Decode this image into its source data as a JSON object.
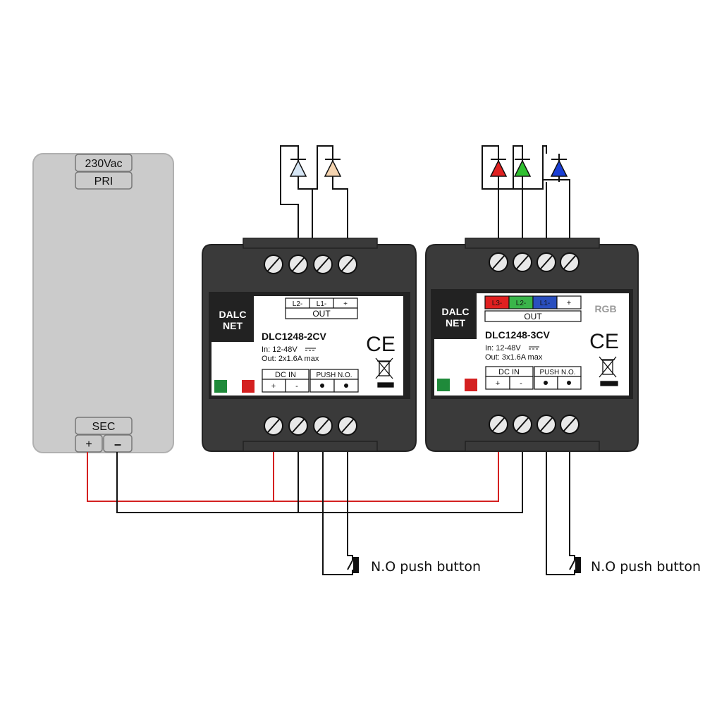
{
  "psu": {
    "input_label": "230Vac",
    "pri_label": "PRI",
    "sec_label": "SEC",
    "plus_label": "+",
    "minus_label": "–"
  },
  "drivers": [
    {
      "logo_line1": "DALC",
      "logo_line2": "NET",
      "model": "DLC1248-2CV",
      "in_spec": "In: 12-48V",
      "out_spec": "Out: 2x1.6A max",
      "out_header": "OUT",
      "out_terminals": [
        "L2-",
        "L1-",
        "+"
      ],
      "dcin_header": "DC IN",
      "dcin_terminals": [
        "+",
        "-"
      ],
      "push_header": "PUSH N.O.",
      "ce_mark": "CE",
      "rgb_label": ""
    },
    {
      "logo_line1": "DALC",
      "logo_line2": "NET",
      "model": "DLC1248-3CV",
      "in_spec": "In: 12-48V",
      "out_spec": "Out: 3x1.6A max",
      "out_header": "OUT",
      "out_terminals": [
        "L3-",
        "L2-",
        "L1-",
        "+"
      ],
      "dcin_header": "DC IN",
      "dcin_terminals": [
        "+",
        "-"
      ],
      "push_header": "PUSH N.O.",
      "ce_mark": "CE",
      "rgb_label": "RGB"
    }
  ],
  "push_buttons": [
    {
      "label": "N.O push button"
    },
    {
      "label": "N.O push button"
    }
  ],
  "colors": {
    "positive_wire": "#d42020",
    "negative_wire": "#111111",
    "housing": "#3a3a3a",
    "psu_body": "#cbcbcb",
    "led_cold_white": "#d6e6f5",
    "led_warm_white": "#f5d4b0",
    "led_red": "#e02020",
    "led_green": "#2fbf2f",
    "led_blue": "#1a3fd6",
    "term_red": "#e02020",
    "term_green": "#3ab54a",
    "term_blue": "#2a4fbf"
  }
}
